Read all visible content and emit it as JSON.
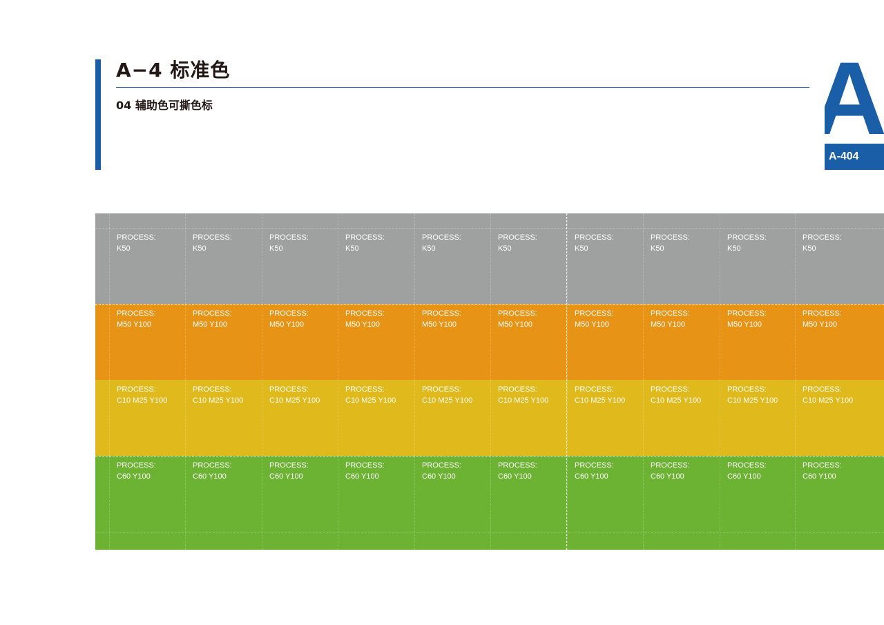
{
  "header": {
    "title": "A−4 标准色",
    "subtitle": "04 辅助色可撕色标",
    "badge_letter": "A",
    "badge_code": "A-404"
  },
  "colors": {
    "accent": "#1a5ea8",
    "text": "#231815"
  },
  "bands": [
    {
      "color": "#9fa0a0",
      "label_line1": "PROCESS:",
      "label_line2": "K50"
    },
    {
      "color": "#e79315",
      "label_line1": "PROCESS:",
      "label_line2": "M50 Y100"
    },
    {
      "color": "#e0b91d",
      "label_line1": "PROCESS:",
      "label_line2": "C10 M25 Y100"
    },
    {
      "color": "#6cb233",
      "label_line1": "PROCESS:",
      "label_line2": "C60 Y100"
    }
  ],
  "cells_per_band": 10
}
